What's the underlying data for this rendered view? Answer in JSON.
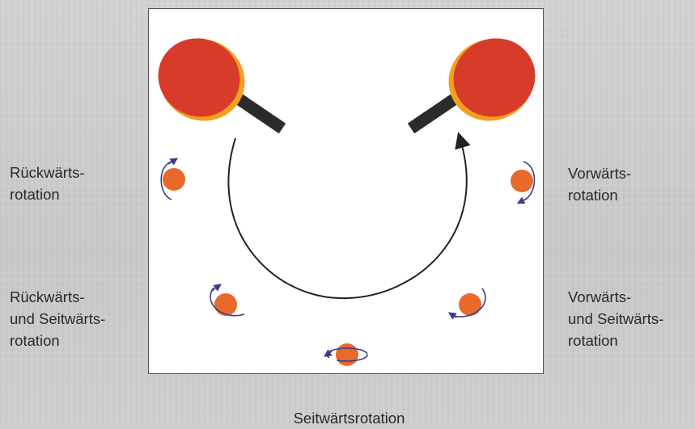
{
  "labels": {
    "backspin": "Rückwärts-\nrotation",
    "topspin": "Vorwärts-\nrotation",
    "back_side_spin": "Rückwärts-\nund Seitwärts-\nrotation",
    "top_side_spin": "Vorwärts-\nund Seitwärts-\nrotation",
    "side_spin": "Seitwärtsrotation"
  },
  "colors": {
    "paddle_rubber": "#d93b2b",
    "paddle_handle": "#2b2b2b",
    "ball": "#e8692a",
    "spin_arrow": "#3b3d8a",
    "arc": "#222222"
  }
}
